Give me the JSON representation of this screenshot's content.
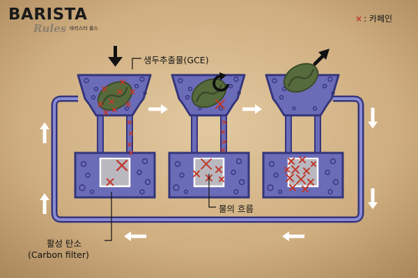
{
  "brand": {
    "name": "BARISTA",
    "script": "Rules",
    "korean": "바리스타 룰스"
  },
  "legend": {
    "symbol": "×",
    "text": ": 카페인",
    "caffeine_color": "#c0392b"
  },
  "labels": {
    "gce": "생두추출물(GCE)",
    "water_flow": "물의 흐름",
    "carbon_filter_ko": "활성 탄소",
    "carbon_filter_en": "(Carbon filter)"
  },
  "colors": {
    "water": "#6b6cb8",
    "water_dark": "#34357a",
    "filter": "#b9b8bf",
    "bean": "#566b3c",
    "bean_dark": "#3b4a2a",
    "arrow_white": "#ffffff",
    "background": "#d2b58c"
  },
  "icons": [
    "arrow-down-icon",
    "arrow-up-right-icon",
    "rotate-icon",
    "coffee-bean-icon",
    "flow-arrow-icon",
    "caffeine-x-icon"
  ]
}
